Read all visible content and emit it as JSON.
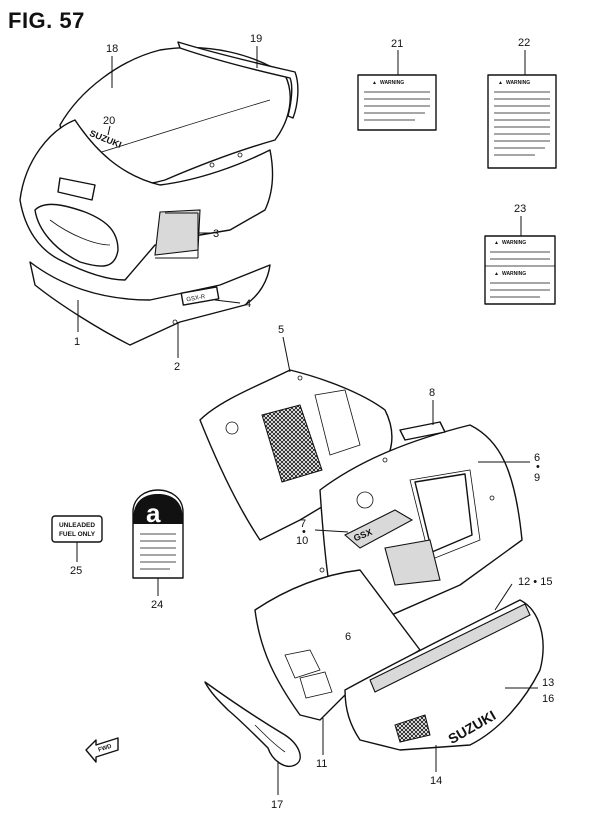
{
  "figure": {
    "title": "FIG. 57"
  },
  "callouts": [
    "1",
    "2",
    "3",
    "4",
    "5",
    "6",
    "7",
    "8",
    "9",
    "10",
    "11",
    "12",
    "13",
    "14",
    "15",
    "16",
    "17",
    "18",
    "19",
    "20",
    "21",
    "22",
    "23",
    "24",
    "25"
  ],
  "labels": {
    "c1": "1",
    "c2": "2",
    "c3": "3",
    "c4": "4",
    "c5": "5",
    "c6": "6",
    "c7": "7",
    "c8": "8",
    "c9": "9",
    "c10": "10",
    "c11": "11",
    "c12_15": "12 • 15",
    "c13": "13",
    "c14": "14",
    "c16": "16",
    "c17": "17",
    "c18": "18",
    "c19": "19",
    "c20": "20",
    "c21": "21",
    "c22": "22",
    "c23": "23",
    "c24": "24",
    "c25": "25"
  },
  "decals": {
    "warning": "WARNING",
    "unleaded_line1": "UNLEADED",
    "unleaded_line2": "FUEL ONLY",
    "brand": "SUZUKI",
    "brand_side": "SUZUKI",
    "aprilia_letter": "a",
    "direction": "FWD"
  },
  "colors": {
    "line": "#111111",
    "fill": "#ffffff",
    "shade": "#d9d9d9"
  }
}
